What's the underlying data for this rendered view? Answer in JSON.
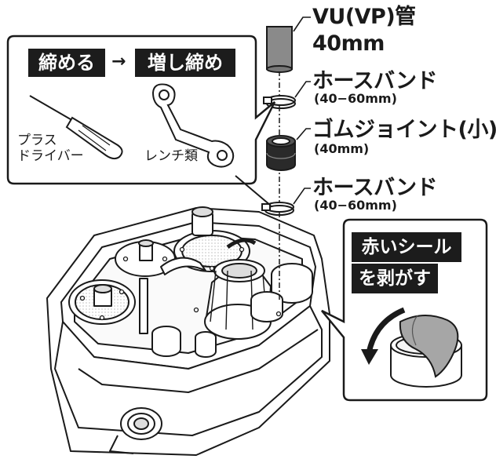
{
  "labels": {
    "pipe_line1": "VU(VP)管",
    "pipe_line2": "40mm",
    "hose_band_top": "ホースバンド",
    "hose_band_top_size": "(40−60mm)",
    "rubber_joint": "ゴムジョイント(小)",
    "rubber_joint_size": "(40mm)",
    "hose_band_bottom": "ホースバンド",
    "hose_band_bottom_size": "(40−60mm)"
  },
  "tools_callout": {
    "step_from": "締める",
    "arrow": "→",
    "step_to": "増し締め",
    "screwdriver_line1": "プラス",
    "screwdriver_line2": "ドライバー",
    "wrench": "レンチ類"
  },
  "seal_callout": {
    "line1": "赤いシール",
    "line2": "を剥がす"
  },
  "icons": [
    "screwdriver-icon",
    "wrench-icon",
    "pipe-icon",
    "hose-band-icon",
    "rubber-joint-icon",
    "pump-tank-illustration",
    "seal-cap-icon",
    "curved-arrow-icon"
  ],
  "colors": {
    "ink": "#1c1c1c",
    "pipe_gray": "#8a8a8a",
    "seal_gray": "#a6a6a6",
    "background": "#ffffff"
  }
}
